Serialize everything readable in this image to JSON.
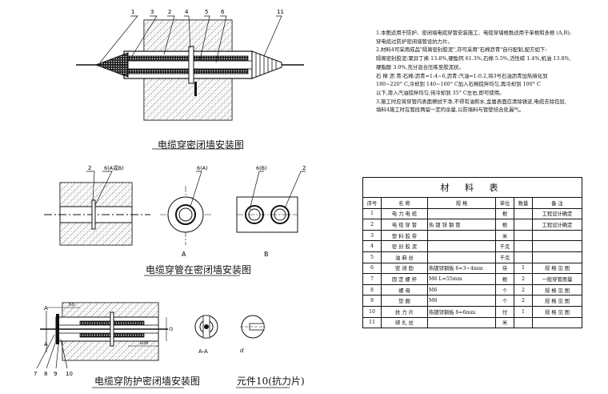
{
  "drawing1": {
    "caption": "电缆穿密闭墙安装图",
    "callouts": [
      "1",
      "3",
      "2",
      "4",
      "5",
      "6",
      "11"
    ]
  },
  "drawing2": {
    "caption": "电缆穿管在密闭墙安装图",
    "callouts": [
      "2",
      "6(A或B)",
      "6(A)",
      "6(B)",
      "2"
    ],
    "section_a": "A",
    "section_b": "B"
  },
  "drawing3": {
    "caption": "电缆穿防护密闭墙安装图",
    "callouts": [
      "A",
      "A",
      "7",
      "8",
      "9",
      "10"
    ],
    "dim_top": "50",
    "dim_100": "100",
    "dim_d": "D",
    "section_label": "A-A",
    "fitting_dim": "d"
  },
  "drawing4": {
    "caption": "元件10(抗力片)"
  },
  "notes": [
    "1.本图适用于防护、密闭墙电缆穿管安装施工、电缆穿墙根数适用于单根和多根 (A,B);",
    "   穿电缆过防护密闭墙管设抗力片。",
    "2.材料4可采用成品\"隔离密封胶泥\",亦可采用\"石棉沥青\"自行配制,配方如下:",
    "   隔离密封胶泥:聚异丁烯 13.8%,硬酯钙 61.3%,石棉 5.5%,活性碳 1.4%,机油 13.8%,",
    "                 硬脂酸 3.9%,充分混合压练至胶泥状。",
    "   石 棉 沥 青:石棉:沥青=1:4~6,沥青:汽油=1:0.2,将3号石油沥青加热熔化到",
    "                 180~220° C,冷却到 140~160° C加入石棉搅拌均匀,再冷却到 100° C",
    "                 以下,掺入汽油搅拌均匀,待冷却到 35° C左右,即可使用。",
    "3.施工时应将穿管内表面擦拭干净,不得有油和水,金属表面应清除锈迹,电缆去除包层,",
    "   填料4施工时在管段两留一定的余量,以防填料与管壁结合处漏气。"
  ],
  "table": {
    "title": "材 料 表",
    "headers": [
      "序号",
      "名 称",
      "规 格",
      "单位",
      "数量",
      "备 注"
    ],
    "rows": [
      [
        "1",
        "电 力 电 缆",
        "",
        "根",
        "",
        "工程设计确定"
      ],
      [
        "2",
        "电 缆 穿 管",
        "热 镀 锌 钢 管",
        "根",
        "",
        "工程设计确定"
      ],
      [
        "3",
        "塑 料 胶 带",
        "",
        "米",
        "",
        ""
      ],
      [
        "4",
        "密 封 胶 泥",
        "",
        "千克",
        "",
        ""
      ],
      [
        "5",
        "油 麻 丝",
        "",
        "千克",
        "",
        ""
      ],
      [
        "6",
        "密 闭 肋",
        "热镀锌钢板   δ=3~4mm",
        "块",
        "1",
        "规 格 见 图"
      ],
      [
        "7",
        "固 定 螺 杆",
        "M6  L=55mm",
        "根",
        "2",
        "一般穿管用量"
      ],
      [
        "8",
        "螺 母",
        "M6",
        "个",
        "2",
        "规 格 见 图"
      ],
      [
        "9",
        "垫 圈",
        "M6",
        "个",
        "2",
        "规 格 见 图"
      ],
      [
        "10",
        "抗 力 片",
        "热镀锌钢板   δ=6mm",
        "付",
        "1",
        "规 格 见 图"
      ],
      [
        "11",
        "绑 扎 丝",
        "",
        "米",
        "",
        ""
      ]
    ]
  }
}
